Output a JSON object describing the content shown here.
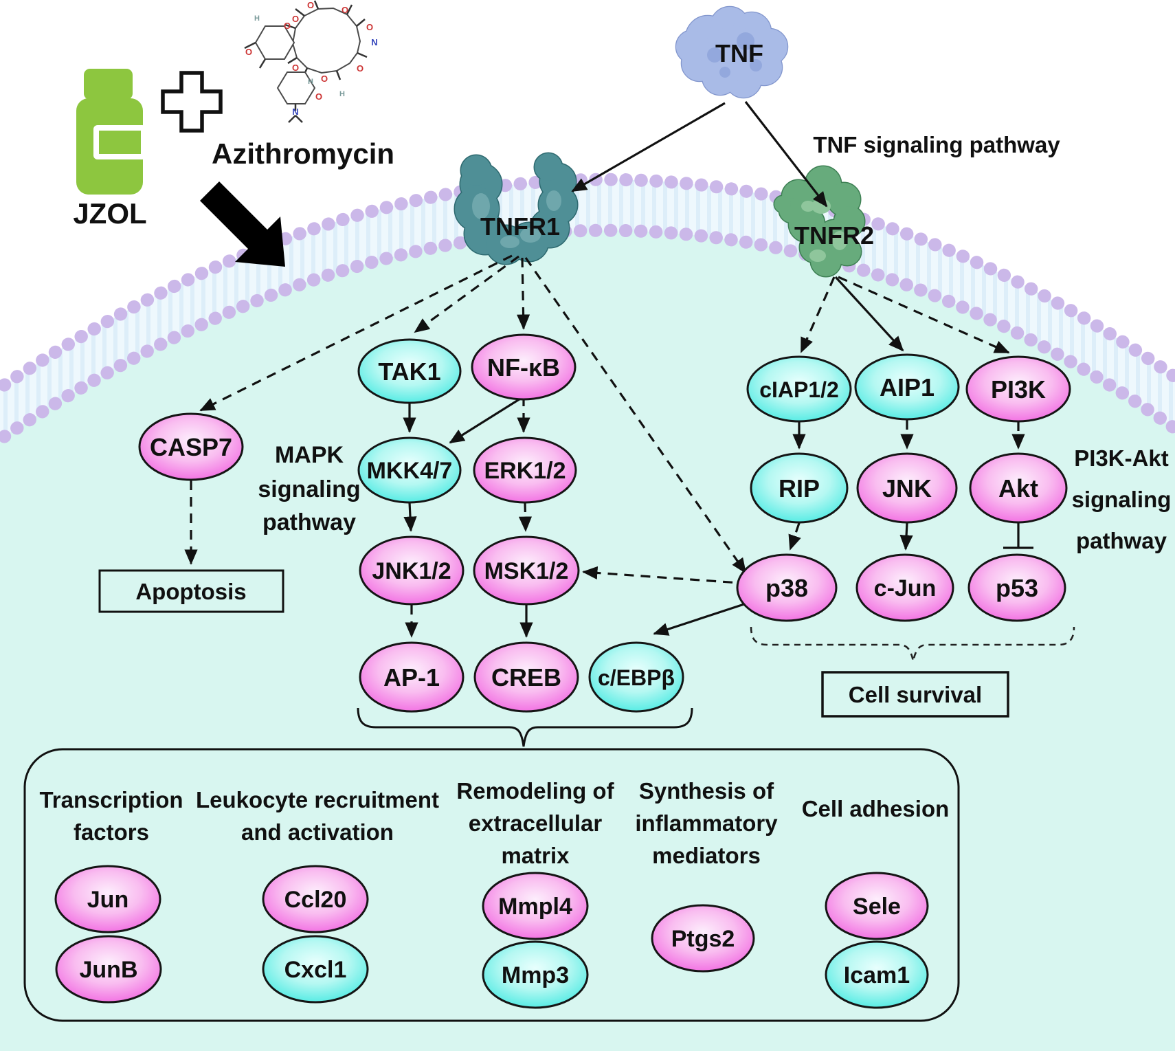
{
  "treatment": {
    "drug_label": "JZOL",
    "combo_label": "Azithromycin"
  },
  "pathway_titles": {
    "tnf": "TNF signaling pathway",
    "mapk_lines": [
      "MAPK",
      "signaling",
      "pathway"
    ],
    "pi3k_lines": [
      "PI3K-Akt",
      "signaling",
      "pathway"
    ]
  },
  "ligand": {
    "label": "TNF"
  },
  "receptors": {
    "tnfr1": "TNFR1",
    "tnfr2": "TNFR2"
  },
  "nodes": {
    "casp7": "CASP7",
    "tak1": "TAK1",
    "nfkb": "NF-κB",
    "mkk47": "MKK4/7",
    "erk12": "ERK1/2",
    "jnk12": "JNK1/2",
    "msk12": "MSK1/2",
    "ap1": "AP-1",
    "creb": "CREB",
    "cebpb": "c/EBPβ",
    "ciap12": "cIAP1/2",
    "aip1": "AIP1",
    "pi3k": "PI3K",
    "rip": "RIP",
    "jnk": "JNK",
    "akt": "Akt",
    "p38": "p38",
    "cjun": "c-Jun",
    "p53": "p53"
  },
  "outcomes": {
    "apoptosis": "Apoptosis",
    "cell_survival": "Cell survival"
  },
  "output_groups": [
    {
      "title_lines": [
        "Transcription",
        "factors"
      ],
      "items": [
        {
          "label": "Jun",
          "color": "magenta"
        },
        {
          "label": "JunB",
          "color": "magenta"
        }
      ]
    },
    {
      "title_lines": [
        "Leukocyte recruitment",
        "and activation"
      ],
      "items": [
        {
          "label": "Ccl20",
          "color": "magenta"
        },
        {
          "label": "Cxcl1",
          "color": "cyan"
        }
      ]
    },
    {
      "title_lines": [
        "Remodeling of",
        "extracellular",
        "matrix"
      ],
      "items": [
        {
          "label": "Mmpl4",
          "color": "magenta"
        },
        {
          "label": "Mmp3",
          "color": "cyan"
        }
      ]
    },
    {
      "title_lines": [
        "Synthesis of",
        "inflammatory",
        "mediators"
      ],
      "items": [
        {
          "label": "Ptgs2",
          "color": "magenta"
        }
      ]
    },
    {
      "title_lines": [
        "Cell adhesion"
      ],
      "items": [
        {
          "label": "Sele",
          "color": "magenta"
        },
        {
          "label": "Icam1",
          "color": "cyan"
        }
      ]
    }
  ],
  "colors": {
    "node_magenta": "#ee3fda",
    "node_cyan": "#16e3db",
    "cell_interior": "#d8f6f0",
    "membrane_dot": "#cbb8e9",
    "membrane_band": "#eef8fd",
    "jzol_green": "#8dc63f",
    "tnf_blob": "#a9bbe7",
    "tnfr1_teal": "#4f8f96",
    "tnfr2_green": "#67ab7c",
    "line_black": "#111111"
  }
}
